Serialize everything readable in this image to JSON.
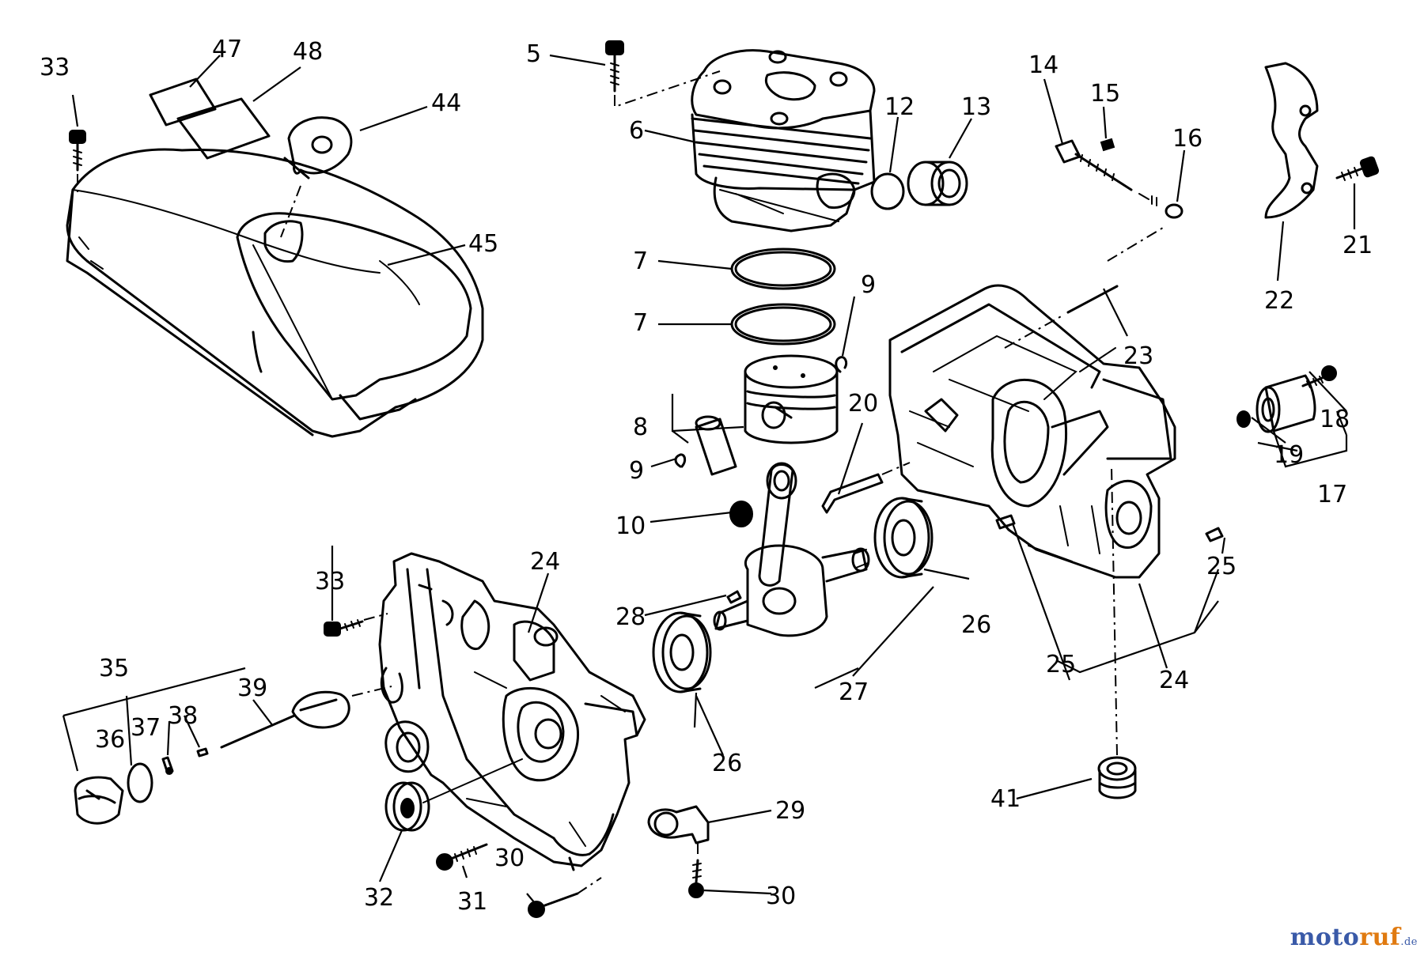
{
  "diagram": {
    "parts": [
      {
        "id": "p33a",
        "label": "33"
      },
      {
        "id": "p47",
        "label": "47"
      },
      {
        "id": "p48",
        "label": "48"
      },
      {
        "id": "p44",
        "label": "44"
      },
      {
        "id": "p45",
        "label": "45"
      },
      {
        "id": "p5",
        "label": "5"
      },
      {
        "id": "p6",
        "label": "6"
      },
      {
        "id": "p12",
        "label": "12"
      },
      {
        "id": "p13",
        "label": "13"
      },
      {
        "id": "p14",
        "label": "14"
      },
      {
        "id": "p15",
        "label": "15"
      },
      {
        "id": "p16",
        "label": "16"
      },
      {
        "id": "p21",
        "label": "21"
      },
      {
        "id": "p22",
        "label": "22"
      },
      {
        "id": "p7a",
        "label": "7"
      },
      {
        "id": "p7b",
        "label": "7"
      },
      {
        "id": "p9a",
        "label": "9"
      },
      {
        "id": "p23",
        "label": "23"
      },
      {
        "id": "p8",
        "label": "8"
      },
      {
        "id": "p20",
        "label": "20"
      },
      {
        "id": "p18",
        "label": "18"
      },
      {
        "id": "p19",
        "label": "19"
      },
      {
        "id": "p17",
        "label": "17"
      },
      {
        "id": "p9b",
        "label": "9"
      },
      {
        "id": "p10",
        "label": "10"
      },
      {
        "id": "p25a",
        "label": "25"
      },
      {
        "id": "p26a",
        "label": "26"
      },
      {
        "id": "p33b",
        "label": "33"
      },
      {
        "id": "p24a",
        "label": "24"
      },
      {
        "id": "p28",
        "label": "28"
      },
      {
        "id": "p35",
        "label": "35"
      },
      {
        "id": "p39",
        "label": "39"
      },
      {
        "id": "p37",
        "label": "37"
      },
      {
        "id": "p38",
        "label": "38"
      },
      {
        "id": "p36",
        "label": "36"
      },
      {
        "id": "p25b",
        "label": "25"
      },
      {
        "id": "p24b",
        "label": "24"
      },
      {
        "id": "p27",
        "label": "27"
      },
      {
        "id": "p26b",
        "label": "26"
      },
      {
        "id": "p41",
        "label": "41"
      },
      {
        "id": "p29",
        "label": "29"
      },
      {
        "id": "p32",
        "label": "32"
      },
      {
        "id": "p31",
        "label": "31"
      },
      {
        "id": "p30a",
        "label": "30"
      },
      {
        "id": "p30b",
        "label": "30"
      }
    ]
  },
  "watermark": {
    "part1": "moto",
    "part2": "ruf",
    "suffix": ".de"
  }
}
